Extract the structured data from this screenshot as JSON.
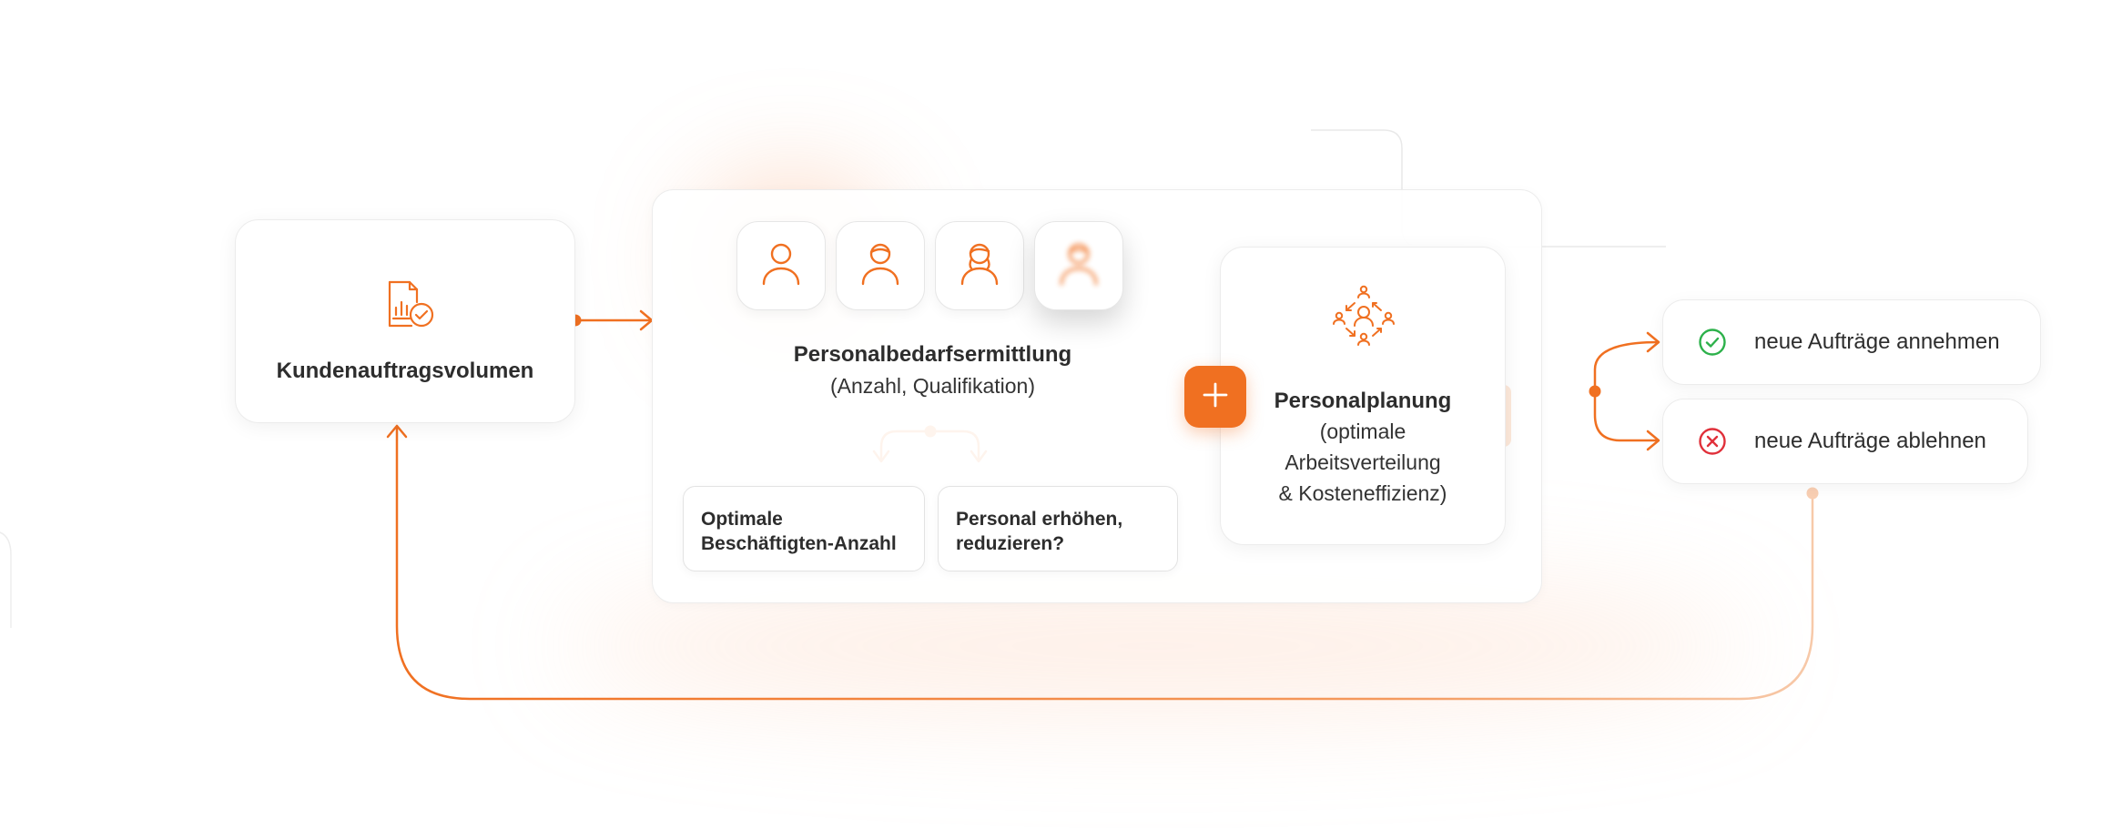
{
  "colors": {
    "accent": "#f07021",
    "accept": "#2db14b",
    "reject": "#e0303a"
  },
  "source": {
    "icon": "report-check-icon",
    "title": "Kundenauftragsvolumen"
  },
  "demand": {
    "person_icons": [
      "person-icon",
      "person-cap-icon",
      "person-ponytail-icon",
      "person-blurred-icon"
    ],
    "title": "Personalbedarfsermittlung",
    "subtitle": "(Anzahl, Qualifikation)",
    "option_left": "Optimale Beschäftigten-Anzahl",
    "option_right": "Personal erhöhen, reduzieren?"
  },
  "plus_icon": "plus-icon",
  "planning": {
    "icon": "team-network-icon",
    "title": "Personalplanung",
    "subtitle_lines": [
      "(optimale",
      "Arbeitsverteilung",
      "& Kosteneffizienz)"
    ]
  },
  "outcomes": [
    {
      "icon": "check-circle-icon",
      "label": "neue Aufträge annehmen"
    },
    {
      "icon": "x-circle-icon",
      "label": "neue Aufträge ablehnen"
    }
  ]
}
